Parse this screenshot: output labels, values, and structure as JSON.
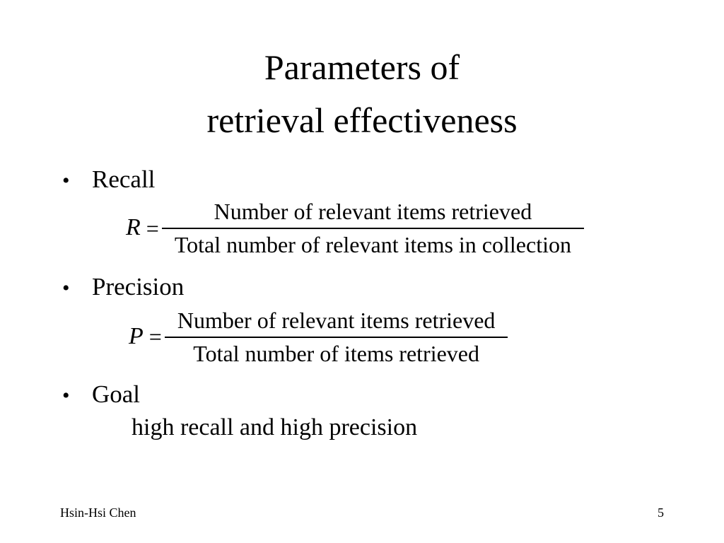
{
  "slide": {
    "bullet_char": "•",
    "title_line1": "Parameters of",
    "title_line2": "retrieval effectiveness",
    "bullets": {
      "recall_label": "Recall",
      "precision_label": "Precision",
      "goal_label": "Goal",
      "goal_text": "high recall and high precision"
    },
    "formulas": {
      "recall": {
        "variable": "R",
        "equals": "=",
        "numerator": "Number of relevant items retrieved",
        "denominator": "Total number of relevant items in collection"
      },
      "precision": {
        "variable": "P",
        "equals": "=",
        "numerator": "Number of relevant items retrieved",
        "denominator": "Total number of items retrieved"
      }
    },
    "footer": {
      "author": "Hsin-Hsi Chen",
      "page_number": "5"
    }
  }
}
